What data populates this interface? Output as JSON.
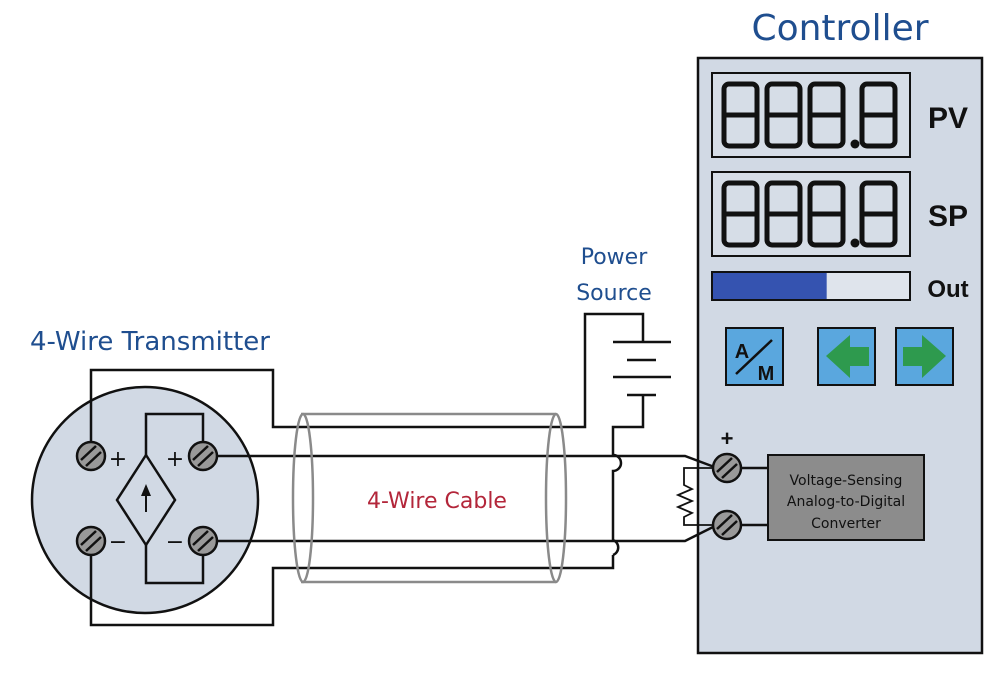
{
  "labels": {
    "controller": "Controller",
    "transmitter": "4-Wire Transmitter",
    "power_source_line1": "Power",
    "power_source_line2": "Source",
    "cable": "4-Wire Cable"
  },
  "controller": {
    "pv_label": "PV",
    "sp_label": "SP",
    "out_label": "Out",
    "pv_display": "888.8",
    "sp_display": "888.8",
    "output_fraction": 0.58,
    "buttons": [
      {
        "name": "auto-manual",
        "label_top": "A",
        "label_bottom": "M",
        "icon": "auto-manual-icon"
      },
      {
        "name": "decrease",
        "icon": "arrow-left-icon"
      },
      {
        "name": "increase",
        "icon": "arrow-right-icon"
      }
    ],
    "terminal_plus": "+",
    "converter": {
      "line1": "Voltage-Sensing",
      "line2": "Analog-to-Digital",
      "line3": "Converter"
    }
  },
  "transmitter": {
    "left_plus": "+",
    "left_minus": "−",
    "right_plus": "+",
    "right_minus": "−"
  },
  "colors": {
    "panel_bg": "#d1d9e4",
    "button_bg": "#5aa7de",
    "arrow_green": "#2e9a4e",
    "bar_fill": "#3553b0",
    "bar_empty": "#dfe4ec",
    "converter_bg": "#8c8c8c",
    "title_blue": "#1f4e8f",
    "cable_red": "#b3263a"
  }
}
